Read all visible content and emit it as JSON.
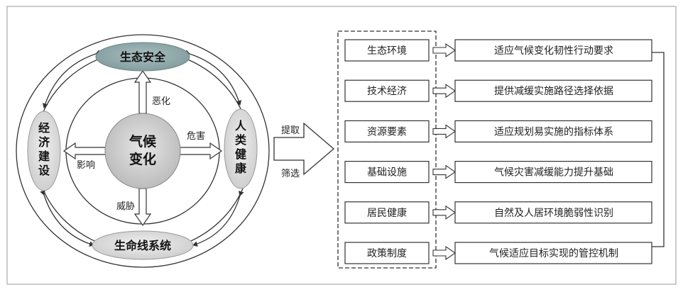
{
  "center": {
    "line1": "气候",
    "line2": "变化"
  },
  "nodes": {
    "top": "生态安全",
    "bottom": "生命线系统",
    "left": [
      "经",
      "济",
      "建",
      "设"
    ],
    "right": [
      "人",
      "类",
      "健",
      "康"
    ]
  },
  "relations": {
    "up": "恶化",
    "right": "危害",
    "left": "影响",
    "down": "威胁"
  },
  "process": {
    "extract": "提取",
    "filter": "筛选"
  },
  "categories": [
    "生态环境",
    "技术经济",
    "资源要素",
    "基础设施",
    "居民健康",
    "政策制度"
  ],
  "outcomes": [
    "适应气候变化韧性行动要求",
    "提供减缓实施路径选择依据",
    "适应规划易实施的指标体系",
    "气候灾害减缓能力提升基础",
    "自然及人居环境脆弱性识别",
    "气候适应目标实现的管控机制"
  ],
  "colors": {
    "top_node": "#8fa7a9",
    "oval_grey": "#dcdcdc",
    "center_circle": "#c8c8c8",
    "stroke": "#333333"
  }
}
